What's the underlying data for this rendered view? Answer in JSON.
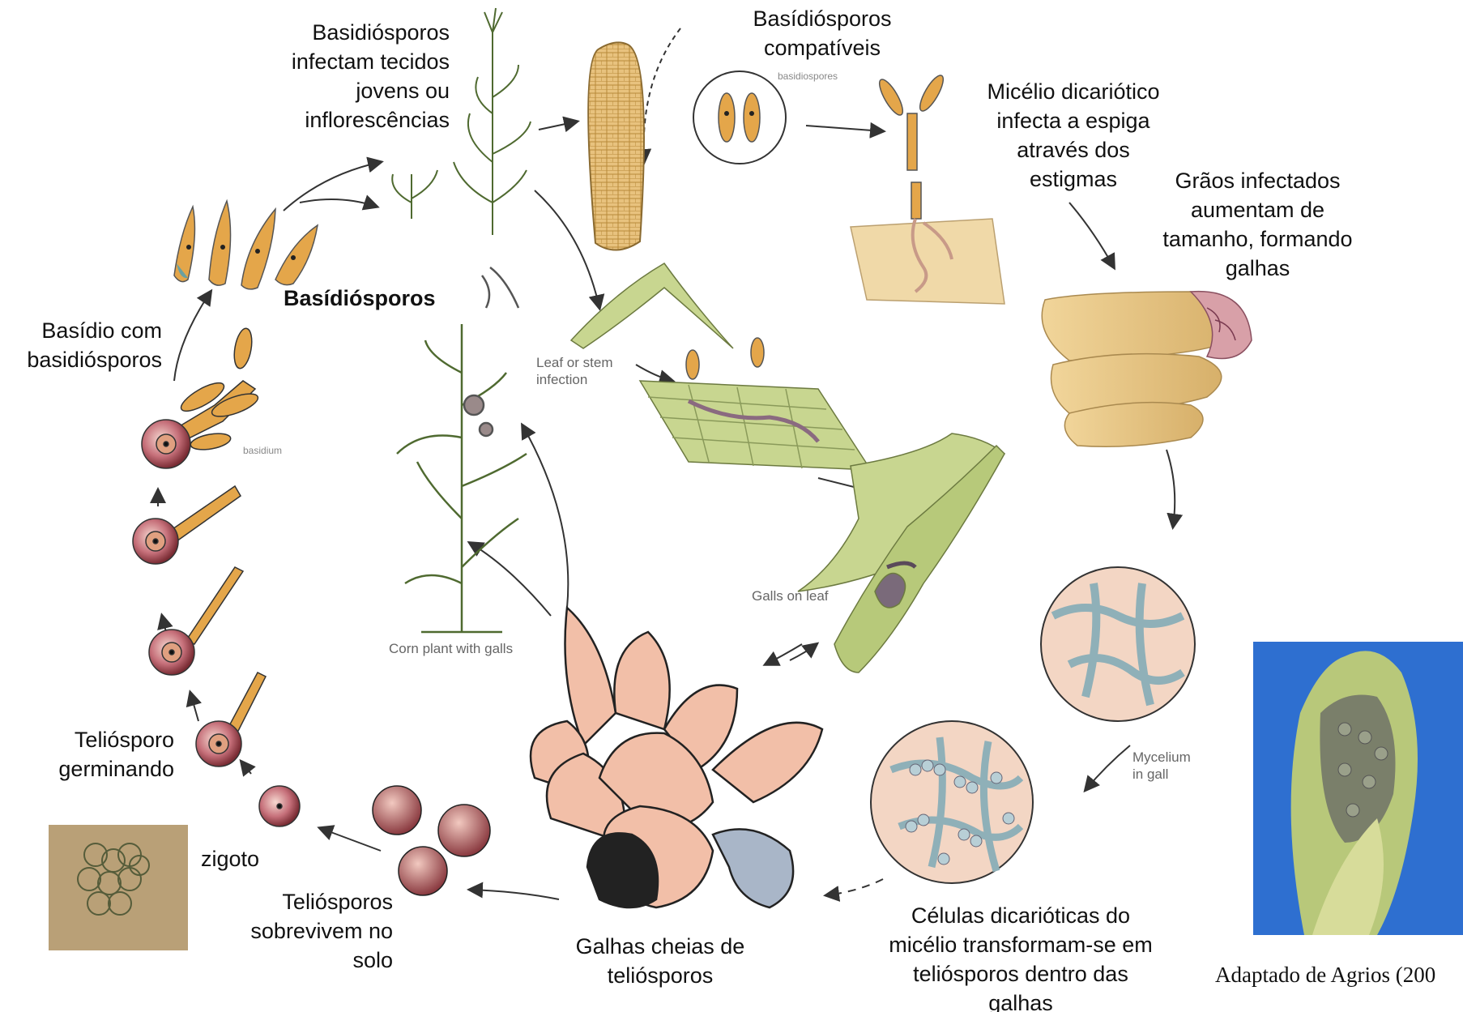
{
  "labels": {
    "basidiosporos_infectam": "Basidiósporos\ninfectam tecidos\njovens ou\ninflorescências",
    "basidiosporos_compativeis": "Basídiósporos\ncompatíveis",
    "micelio_dicariotico": "Micélio dicariótico\ninfecta a espiga\natravés dos\nestigmas",
    "graos_infectados": "Grãos infectados\naumentam de\ntamanho, formando\ngalhas",
    "basidiosporos": "Basídiósporos",
    "basidio_com": "Basídio com\nbasidiósporos",
    "teliosporo_germinando": "Teliósporo\ngerminando",
    "zigoto": "zigoto",
    "teliosporos_sobrevivem": "Teliósporos\nsobrevivem no\nsolo",
    "galhas_cheias": "Galhas cheias de\nteliósporos",
    "celulas_dicarioticas": "Células dicarióticas do\nmicélio transformam-se em\nteliósporos dentro das\ngalhas",
    "adaptado": "Adaptado de Agrios (200"
  },
  "small_labels": {
    "leaf_infection": "Leaf or stem\ninfection",
    "galls_on_leaf": "Galls on leaf",
    "corn_plant": "Corn plant with galls",
    "mycelium": "Mycelium\nin gall",
    "basidium": "basidium",
    "basidiospores": "basidiospores"
  },
  "colors": {
    "spore": "#e4a64a",
    "teliospore": "#b8505a",
    "gall": "#f2bfa8",
    "plant": "#7d9a55",
    "leaf_panel": "#c8d690",
    "mycelium": "#8fb0b8",
    "photo_bg": "#2e6fd0"
  }
}
